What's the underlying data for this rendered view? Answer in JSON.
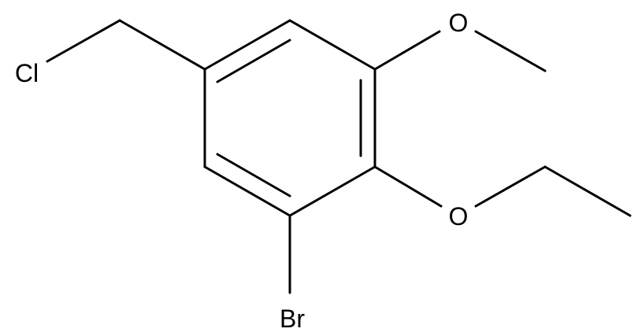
{
  "structure": {
    "atoms": {
      "chlorine": "Cl",
      "methoxy_oxygen": "O",
      "ethoxy_oxygen": "O",
      "bromine": "Br"
    }
  },
  "colors": {
    "bond": "#000000",
    "label": "#000000",
    "background": "#ffffff"
  }
}
